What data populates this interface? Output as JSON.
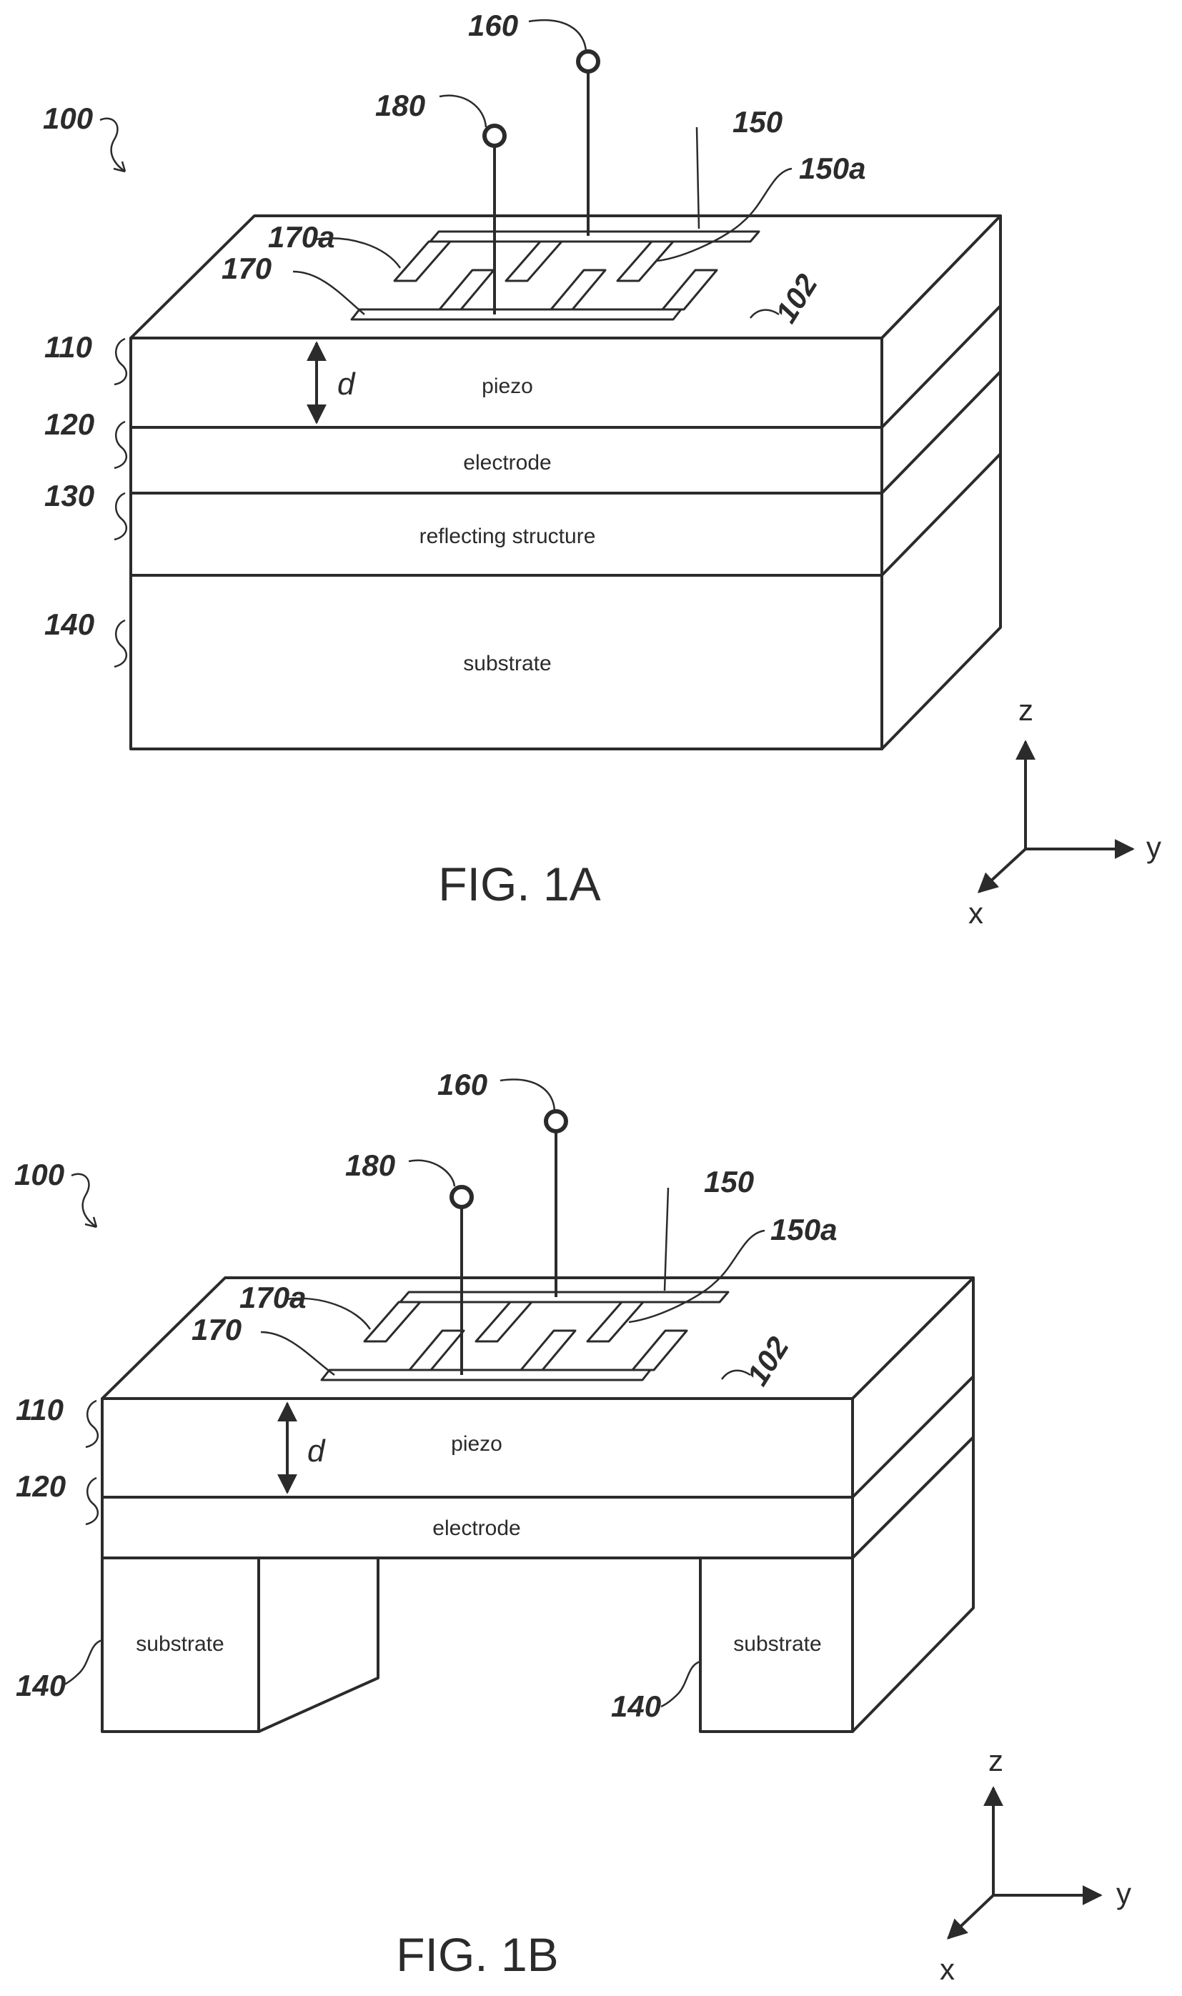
{
  "figures": {
    "fig1a": {
      "caption": "FIG. 1A",
      "refs": {
        "device": "100",
        "contact_180": "180",
        "contact_160": "160",
        "electrode_150": "150",
        "finger_150a": "150a",
        "finger_170a": "170a",
        "electrode_170": "170",
        "surface_102": "102",
        "layer_110": "110",
        "layer_120": "120",
        "layer_130": "130",
        "layer_140": "140"
      },
      "layers": {
        "piezo": "piezo",
        "electrode": "electrode",
        "reflecting": "reflecting structure",
        "substrate": "substrate"
      },
      "thickness_label": "d",
      "axes": {
        "z": "z",
        "y": "y",
        "x": "x"
      }
    },
    "fig1b": {
      "caption": "FIG. 1B",
      "refs": {
        "device": "100",
        "contact_180": "180",
        "contact_160": "160",
        "electrode_150": "150",
        "finger_150a": "150a",
        "finger_170a": "170a",
        "electrode_170": "170",
        "surface_102": "102",
        "layer_110": "110",
        "layer_120": "120",
        "substrate_left": "140",
        "substrate_right": "140"
      },
      "layers": {
        "piezo": "piezo",
        "electrode": "electrode",
        "substrate_left": "substrate",
        "substrate_right": "substrate"
      },
      "thickness_label": "d",
      "axes": {
        "z": "z",
        "y": "y",
        "x": "x"
      }
    }
  },
  "colors": {
    "ink": "#2b2b2b",
    "background": "#ffffff"
  }
}
